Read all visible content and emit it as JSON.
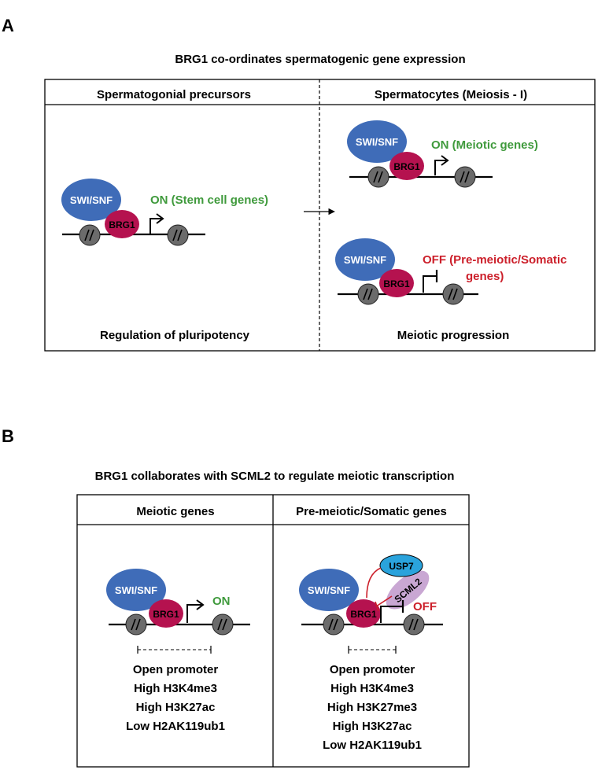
{
  "panelA": {
    "letter": "A",
    "title": "BRG1 co-ordinates spermatogenic gene expression",
    "left_header": "Spermatogonial precursors",
    "right_header": "Spermatocytes (Meiosis - I)",
    "left_footer": "Regulation of pluripotency",
    "right_footer": "Meiotic progression",
    "left_diagram": {
      "swisnf": "SWI/SNF",
      "brg1": "BRG1",
      "status": "ON (Stem cell genes)"
    },
    "right_top": {
      "swisnf": "SWI/SNF",
      "brg1": "BRG1",
      "status": "ON (Meiotic genes)"
    },
    "right_bottom": {
      "swisnf": "SWI/SNF",
      "brg1": "BRG1",
      "status_line1": "OFF (Pre-meiotic/Somatic",
      "status_line2": "genes)"
    }
  },
  "panelB": {
    "letter": "B",
    "title": "BRG1 collaborates with SCML2 to regulate meiotic transcription",
    "left_header": "Meiotic genes",
    "right_header": "Pre-meiotic/Somatic genes",
    "left_diagram": {
      "swisnf": "SWI/SNF",
      "brg1": "BRG1",
      "status": "ON"
    },
    "right_diagram": {
      "swisnf": "SWI/SNF",
      "brg1": "BRG1",
      "scml2": "SCML2",
      "usp7": "USP7",
      "status": "OFF"
    },
    "left_marks": [
      "Open promoter",
      "High H3K4me3",
      "High H3K27ac",
      "Low H2AK119ub1"
    ],
    "right_marks": [
      "Open promoter",
      "High H3K4me3",
      "High H3K27me3",
      "High H3K27ac",
      "Low H2AK119ub1"
    ]
  },
  "colors": {
    "swisnf": "#3f6cb8",
    "brg1": "#b5124f",
    "nucleosome": "#6b6b6b",
    "on": "#3f9a3c",
    "off": "#cc1f2a",
    "scml2": "#c9a7d3",
    "usp7": "#2aa3dc"
  }
}
